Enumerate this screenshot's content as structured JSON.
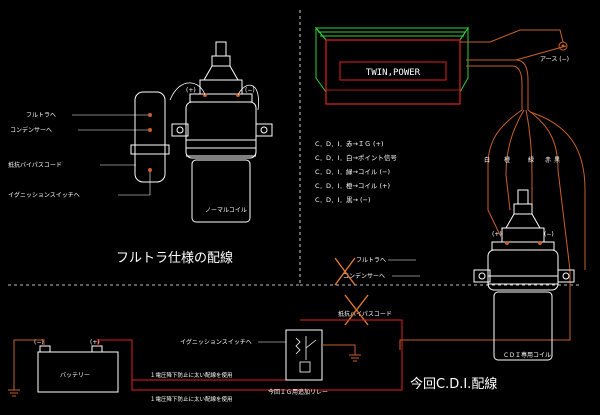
{
  "colors": {
    "background": "#000000",
    "line_white": "#ffffff",
    "wire_orange": "#c8602a",
    "cdi_red": "#e02020",
    "cdi_green": "#2fd03a",
    "label_yellow": "#ffd700",
    "cross_orange": "#e07a2e"
  },
  "left_diagram": {
    "labels": [
      "フルトラへ",
      "コンデンサーへ",
      "抵抗バイパスコード",
      "イグニッションスイッチへ"
    ],
    "plus": "(+)",
    "minus": "(−)",
    "coil_label": "ノーマルコイル",
    "title": "フルトラ仕様の配線"
  },
  "cdi_unit": {
    "label": "TWIN,POWER",
    "ground_label": "アース (−)"
  },
  "cdi_legend": [
    "C．D．I．赤→ＩＧ (+)",
    "C．D．I．白→ポイント信号",
    "C．D．I．緑→コイル (−)",
    "C．D．I．橙→コイル (+)",
    "C．D．I．黒→ (−)"
  ],
  "wire_colors": [
    "白",
    "橙",
    "緑",
    "赤",
    "黒"
  ],
  "right_diagram": {
    "labels": [
      "フルトラへ",
      "コンデンサーへ",
      "抵抗バイパスコード"
    ],
    "plus": "(+)",
    "minus": "(−)",
    "coil_label": "ＣＤＩ専用コイル",
    "title": "今回C.D.I.配線"
  },
  "bottom": {
    "ignition_label": "イグニッションスイッチへ",
    "battery_label": "バッテリー",
    "battery_minus": "(−)",
    "battery_plus": "(+)",
    "note1": "１電圧降下防止に太い配線を使用",
    "note2": "１電圧降下防止に太い配線を使用",
    "relay_label": "今回ＩＧ用追加リレー"
  }
}
